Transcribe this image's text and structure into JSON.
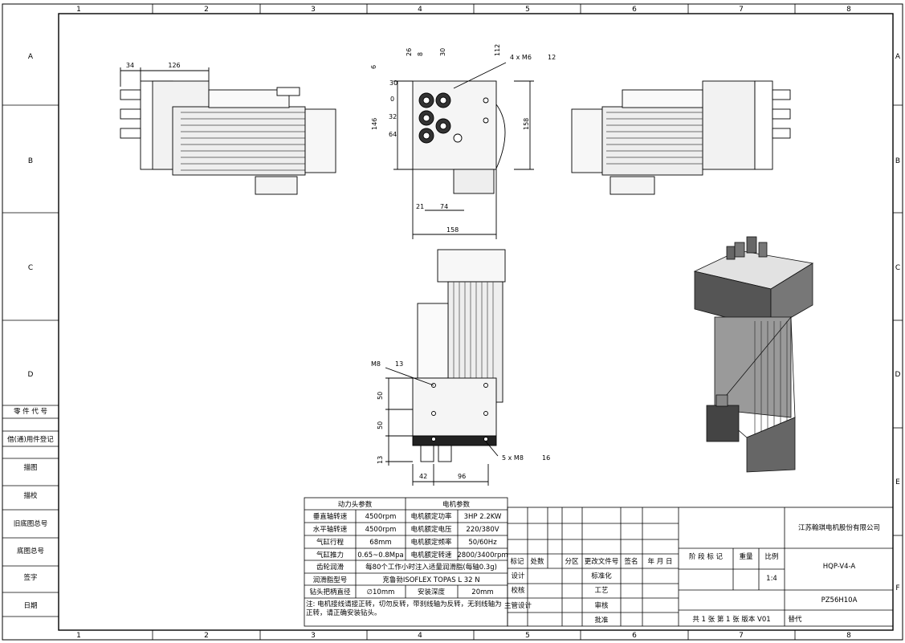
{
  "frame": {
    "columns": [
      "1",
      "2",
      "3",
      "4",
      "5",
      "6",
      "7",
      "8"
    ],
    "rows": [
      "A",
      "B",
      "C",
      "D",
      "E",
      "F"
    ]
  },
  "side_table": [
    "零 件 代 号",
    "借(通)用件登记",
    "描图",
    "描校",
    "旧底图总号",
    "底图总号",
    "签字",
    "日期"
  ],
  "dimensions": {
    "left_view": [
      "34",
      "126"
    ],
    "front_view": [
      "26",
      "8",
      "30",
      "112",
      "4 x M6",
      "12",
      "6",
      "30",
      "0",
      "32",
      "64",
      "146",
      "158",
      "21",
      "74",
      "158"
    ],
    "bottom_view": [
      "M8",
      "13",
      "50",
      "50",
      "13",
      "42",
      "96",
      "5 x M8",
      "16"
    ]
  },
  "params": {
    "head_title": "动力头参数",
    "motor_title": "电机参数",
    "rows": [
      {
        "k1": "垂直轴转速",
        "v1": "4500rpm",
        "k2": "电机额定功率",
        "v2": "3HP 2.2KW"
      },
      {
        "k1": "水平轴转速",
        "v1": "4500rpm",
        "k2": "电机额定电压",
        "v2": "220/380V"
      },
      {
        "k1": "气缸行程",
        "v1": "68mm",
        "k2": "电机额定频率",
        "v2": "50/60Hz"
      },
      {
        "k1": "气缸推力",
        "v1": "0.65~0.8Mpa",
        "k2": "电机额定转速",
        "v2": "2800/3400rpm"
      }
    ],
    "gear_label": "齿轮润滑",
    "gear_value": "每80个工作小时注入适量润滑脂(每轴0.3g)",
    "grease_label": "润滑脂型号",
    "grease_value": "克鲁勃ISOFLEX TOPAS L 32 N",
    "drill_label": "钻头把柄直径",
    "drill_value": "∅10mm",
    "depth_label": "安装深度",
    "depth_value": "20mm",
    "note": "注: 电机接线请接正转，切勿反转，带刹线轴为反转，无刹线轴为正转，请正确安装钻头。"
  },
  "title_block": {
    "company": "江苏翰琪电机股份有限公司",
    "rev_headers": [
      "标记",
      "处数",
      "分区",
      "更改文件号",
      "签名",
      "年 月 日"
    ],
    "sign_rows": [
      "设计",
      "校核",
      "主管设计"
    ],
    "std_rows": [
      "标准化",
      "工艺",
      "审核",
      "批准"
    ],
    "stage_headers": [
      "阶 段 标 记",
      "重量",
      "比例"
    ],
    "scale": "1:4",
    "model": "HQP-V4-A",
    "drawing_no": "PZ56H10A",
    "sheet": "共 1 张  第 1 张  版本 V01",
    "replace": "替代"
  }
}
